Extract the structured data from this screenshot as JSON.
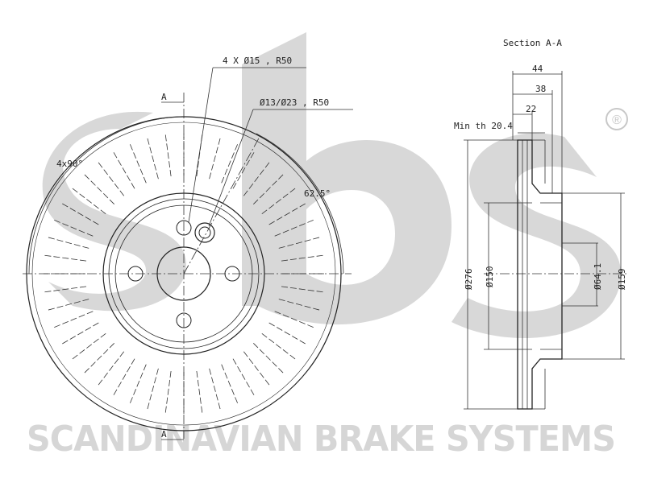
{
  "watermark": {
    "logo_text": "sbs",
    "registered_mark": "®",
    "company_name": "SCANDINAVIAN BRAKE SYSTEMS"
  },
  "front_view": {
    "section_marker_top": "A",
    "section_marker_bottom": "A",
    "bolt_holes_callout": "4 X Ø15 , R50",
    "center_hole_callout": "Ø13/Ø23 , R50",
    "bolt_angle": "4x90°",
    "hole_angle": "62.5°"
  },
  "section_view": {
    "title": "Section A-A",
    "dim_overall_width": "44",
    "dim_38": "38",
    "dim_22": "22",
    "min_thickness": "Min th 20.4",
    "dia_outer": "Ø276",
    "dia_150": "Ø150",
    "dia_159": "Ø159",
    "dia_center": "Ø64.1"
  },
  "colors": {
    "line": "#222222",
    "watermark": "#d6d6d6"
  }
}
